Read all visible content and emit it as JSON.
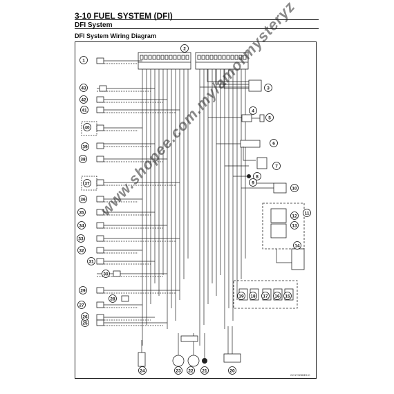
{
  "header": {
    "section": "3-10 FUEL SYSTEM (DFI)",
    "subsection": "DFI System",
    "diagram_title": "DFI System Wiring Diagram"
  },
  "watermark": "www.shopee.com.my/amormysteryz",
  "footer": {
    "code": "GC17025BE6 C",
    "page": ""
  },
  "callouts": [
    "1",
    "2",
    "3",
    "4",
    "5",
    "6",
    "7",
    "8",
    "9",
    "10",
    "11",
    "12",
    "13",
    "14",
    "15",
    "16",
    "17",
    "18",
    "19",
    "20",
    "21",
    "22",
    "23",
    "24",
    "25",
    "26",
    "27",
    "28",
    "29",
    "30",
    "31",
    "32",
    "33",
    "34",
    "35",
    "36",
    "37",
    "38",
    "39",
    "40",
    "41",
    "42",
    "43"
  ]
}
